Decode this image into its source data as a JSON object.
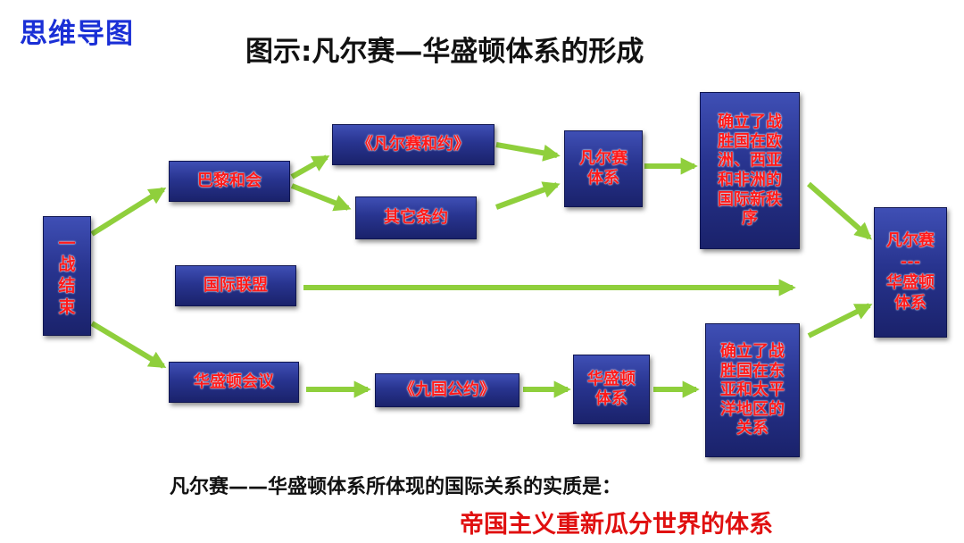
{
  "header": {
    "corner_label": "思维导图",
    "title": "图示:凡尔赛—华盛顿体系的形成"
  },
  "nodes": {
    "root": "一\n战\n结\n束",
    "paris": "巴黎和会",
    "versailles_treaty": "《凡尔赛和约》",
    "other_treaties": "其它条约",
    "versailles_system": "凡尔赛\n体系",
    "europe_order": "确立了战\n胜国在欧\n洲、西亚\n和非洲的\n国际新秩\n序",
    "league": "国际联盟",
    "washington_conf": "华盛顿会议",
    "nine_power": "《九国公约》",
    "washington_system": "华盛顿\n体系",
    "asia_order": "确立了战\n胜国在东\n亚和太平\n洋地区的\n关系",
    "final": "凡尔赛\n---\n华盛顿\n体系"
  },
  "footer": {
    "question": "凡尔赛——华盛顿体系所体现的国际关系的实质是：",
    "answer": "帝国主义重新瓜分世界的体系"
  },
  "colors": {
    "box_fill": "#28348f",
    "box_text": "#ff1a1a",
    "arrow": "#9ed64a",
    "answer": "#e01010",
    "corner": "#1a2fd6"
  }
}
